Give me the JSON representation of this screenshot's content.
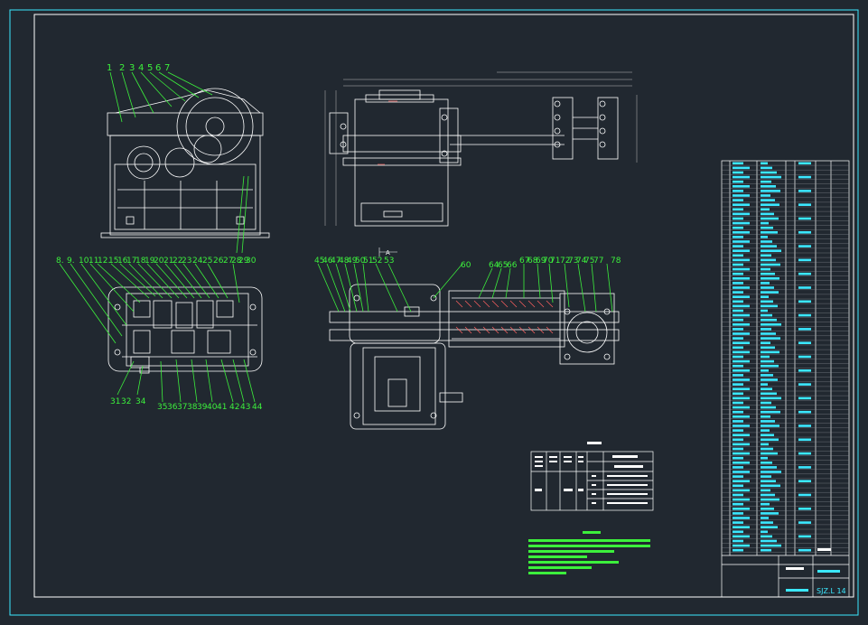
{
  "drawing": {
    "colors": {
      "background": "#212830",
      "frame": "#3be8ff",
      "outline": "#ffffff",
      "leader": "#3cf03c",
      "dim": "#e05555"
    },
    "views": {
      "front_labels": [
        "1",
        "2",
        "3",
        "4",
        "5",
        "6",
        "7"
      ],
      "plan_top_labels": [
        "8.",
        "9.",
        "10.",
        "11.",
        "12.",
        "15",
        "16",
        "17",
        "18",
        "19",
        "20",
        "21",
        "22",
        "23",
        "24",
        "25",
        "26",
        "27",
        "28",
        "29",
        "30"
      ],
      "plan_bottom_labels": [
        "31",
        "32",
        "34",
        "35",
        "36",
        "37",
        "38",
        "39",
        "40",
        "41",
        "42",
        "43",
        "44"
      ],
      "section_labels": [
        "45",
        "46",
        "47",
        "48",
        "49",
        "50",
        "51",
        "52",
        "53",
        "60",
        "64",
        "65",
        "66",
        "67",
        "68",
        "69",
        "70",
        "71",
        "72",
        "73",
        "74",
        "75",
        "77",
        "78"
      ],
      "side_labels": [
        "A"
      ]
    },
    "title_block": {
      "drawing_no": "SJZ.L 14",
      "title": "减速器"
    }
  }
}
